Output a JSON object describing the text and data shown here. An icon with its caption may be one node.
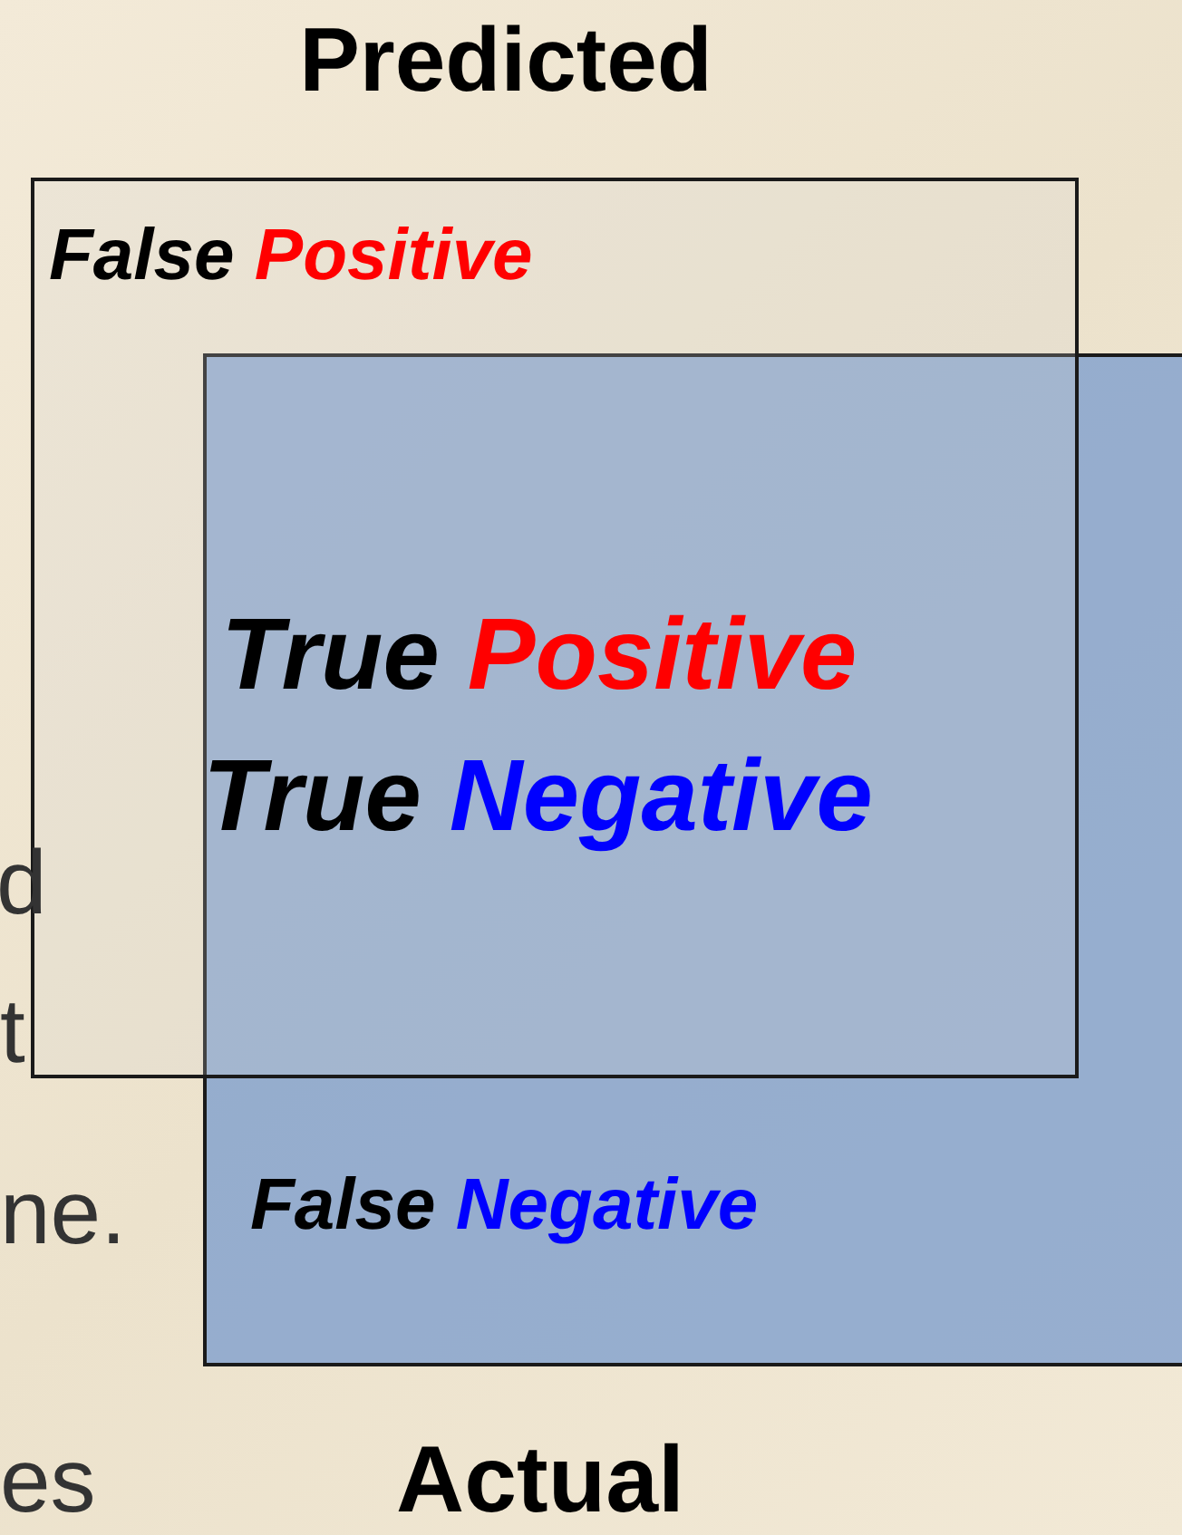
{
  "diagram": {
    "nodes": [
      {
        "text": [
          "Predicted",
          "False Positive"
        ]
      },
      {
        "text": [
          "False Negative",
          "Actual"
        ]
      }
    ],
    "labels": [
      "True Positive",
      "True Negative",
      "d",
      "t",
      "ne.",
      "es"
    ]
  }
}
